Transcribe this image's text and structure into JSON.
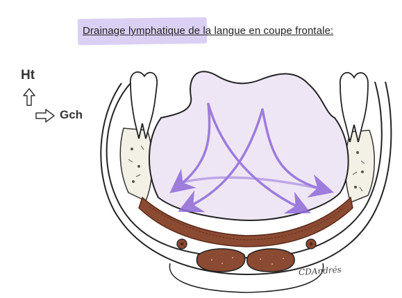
{
  "title": "Drainage lymphatique de la langue en coupe frontale:",
  "orientation": {
    "up_label": "Ht",
    "left_label": "Gch"
  },
  "signature": "CDAndrés",
  "icons": {
    "up_arrow": "up-arrow-outline",
    "right_arrow": "right-arrow-outline"
  },
  "colors": {
    "tongue_fill": "#efe6f5",
    "lymph_arrows": "#8f6ad8",
    "muscle": "#8b4a32",
    "muscle_dark": "#5a2a18",
    "highlight": "#bfa9ec"
  }
}
